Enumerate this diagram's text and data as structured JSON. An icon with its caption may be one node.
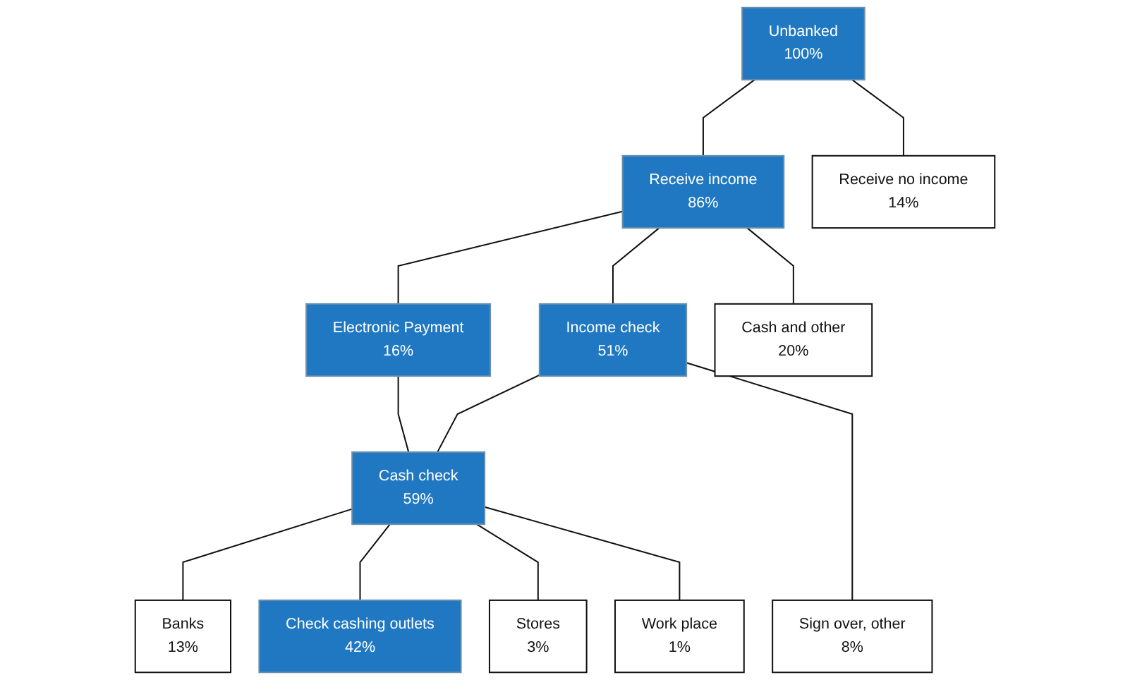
{
  "diagram": {
    "nodes": [
      {
        "text": [
          "Unbanked",
          "100%"
        ]
      },
      {
        "text": [
          "Receive income",
          "86%"
        ]
      },
      {
        "text": [
          "Receive no income",
          "14%"
        ]
      },
      {
        "text": [
          "Electronic Payment",
          "16%"
        ]
      },
      {
        "text": [
          "Income check",
          "51%"
        ]
      },
      {
        "text": [
          "Cash and other",
          "20%"
        ]
      },
      {
        "text": [
          "Cash check",
          "59%"
        ]
      },
      {
        "text": [
          "Sign over, other",
          "8%"
        ]
      },
      {
        "text": [
          "Banks",
          "13%"
        ]
      },
      {
        "text": [
          "Check cashing outlets",
          "42%"
        ]
      },
      {
        "text": [
          "Stores",
          "3%"
        ]
      },
      {
        "text": [
          "Work place",
          "1%"
        ]
      }
    ],
    "edges": [
      {
        "from": 0,
        "to": 1,
        "arrow": "none"
      },
      {
        "from": 0,
        "to": 2,
        "arrow": "none"
      },
      {
        "from": 1,
        "to": 3,
        "arrow": "none"
      },
      {
        "from": 1,
        "to": 4,
        "arrow": "none"
      },
      {
        "from": 1,
        "to": 5,
        "arrow": "none"
      },
      {
        "from": 3,
        "to": 6,
        "arrow": "none"
      },
      {
        "from": 4,
        "to": 6,
        "arrow": "none"
      },
      {
        "from": 4,
        "to": 7,
        "arrow": "none"
      },
      {
        "from": 6,
        "to": 8,
        "arrow": "none"
      },
      {
        "from": 6,
        "to": 9,
        "arrow": "none"
      },
      {
        "from": 6,
        "to": 10,
        "arrow": "none"
      },
      {
        "from": 6,
        "to": 11,
        "arrow": "none"
      }
    ]
  }
}
